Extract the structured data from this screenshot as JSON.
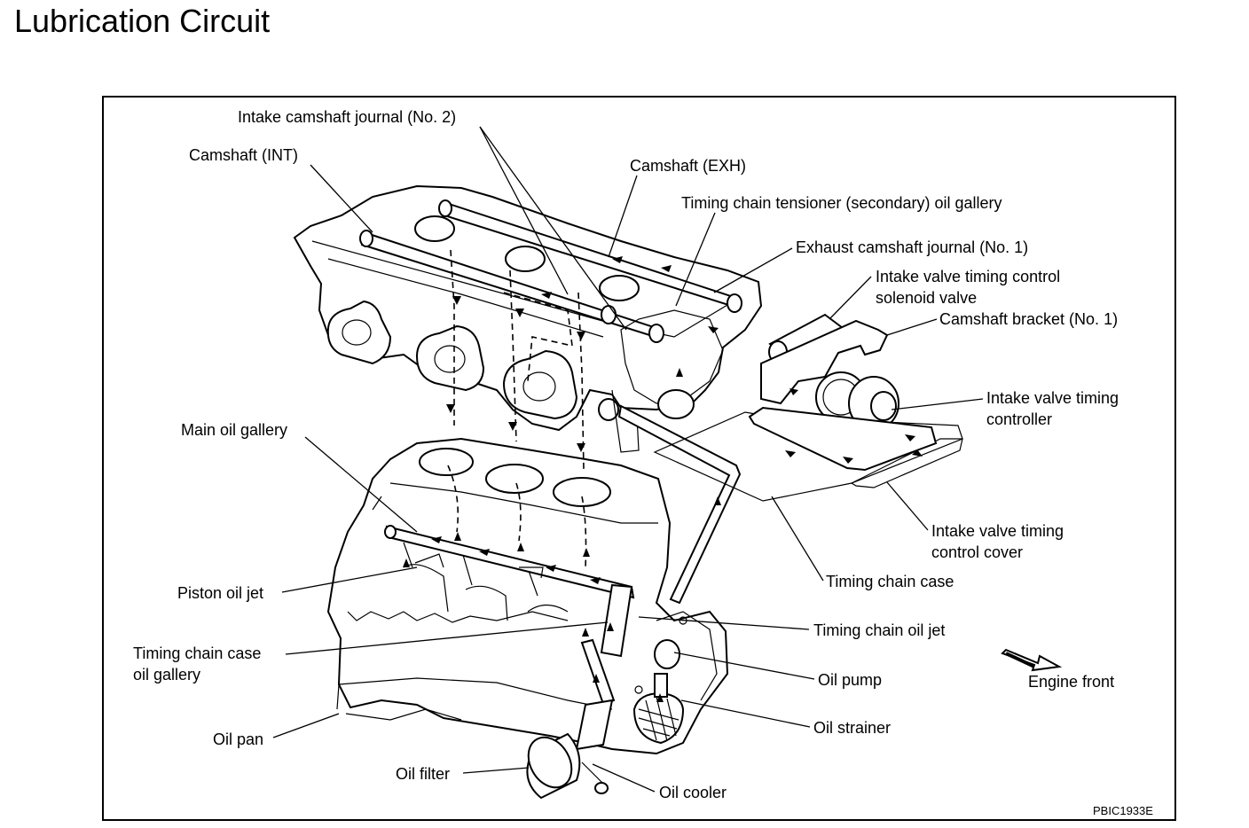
{
  "title": "Lubrication Circuit",
  "figure_code": "PBIC1933E",
  "labels": {
    "intake_camshaft_journal": "Intake camshaft journal (No. 2)",
    "camshaft_int": "Camshaft (INT)",
    "camshaft_exh": "Camshaft (EXH)",
    "timing_chain_tensioner": "Timing chain tensioner (secondary) oil gallery",
    "exhaust_camshaft_journal": "Exhaust camshaft journal (No. 1)",
    "ivtc_solenoid_line1": "Intake valve timing control",
    "ivtc_solenoid_line2": "solenoid valve",
    "camshaft_bracket": "Camshaft bracket (No. 1)",
    "ivt_controller_line1": "Intake valve timing",
    "ivt_controller_line2": "controller",
    "main_oil_gallery": "Main oil gallery",
    "ivt_cover_line1": "Intake valve timing",
    "ivt_cover_line2": "control cover",
    "timing_chain_case": "Timing chain case",
    "piston_oil_jet": "Piston oil jet",
    "timing_chain_oil_jet": "Timing chain oil jet",
    "tcc_gallery_line1": "Timing chain case",
    "tcc_gallery_line2": "oil gallery",
    "oil_pump": "Oil pump",
    "engine_front": "Engine front",
    "oil_strainer": "Oil strainer",
    "oil_pan": "Oil pan",
    "oil_filter": "Oil filter",
    "oil_cooler": "Oil cooler"
  }
}
